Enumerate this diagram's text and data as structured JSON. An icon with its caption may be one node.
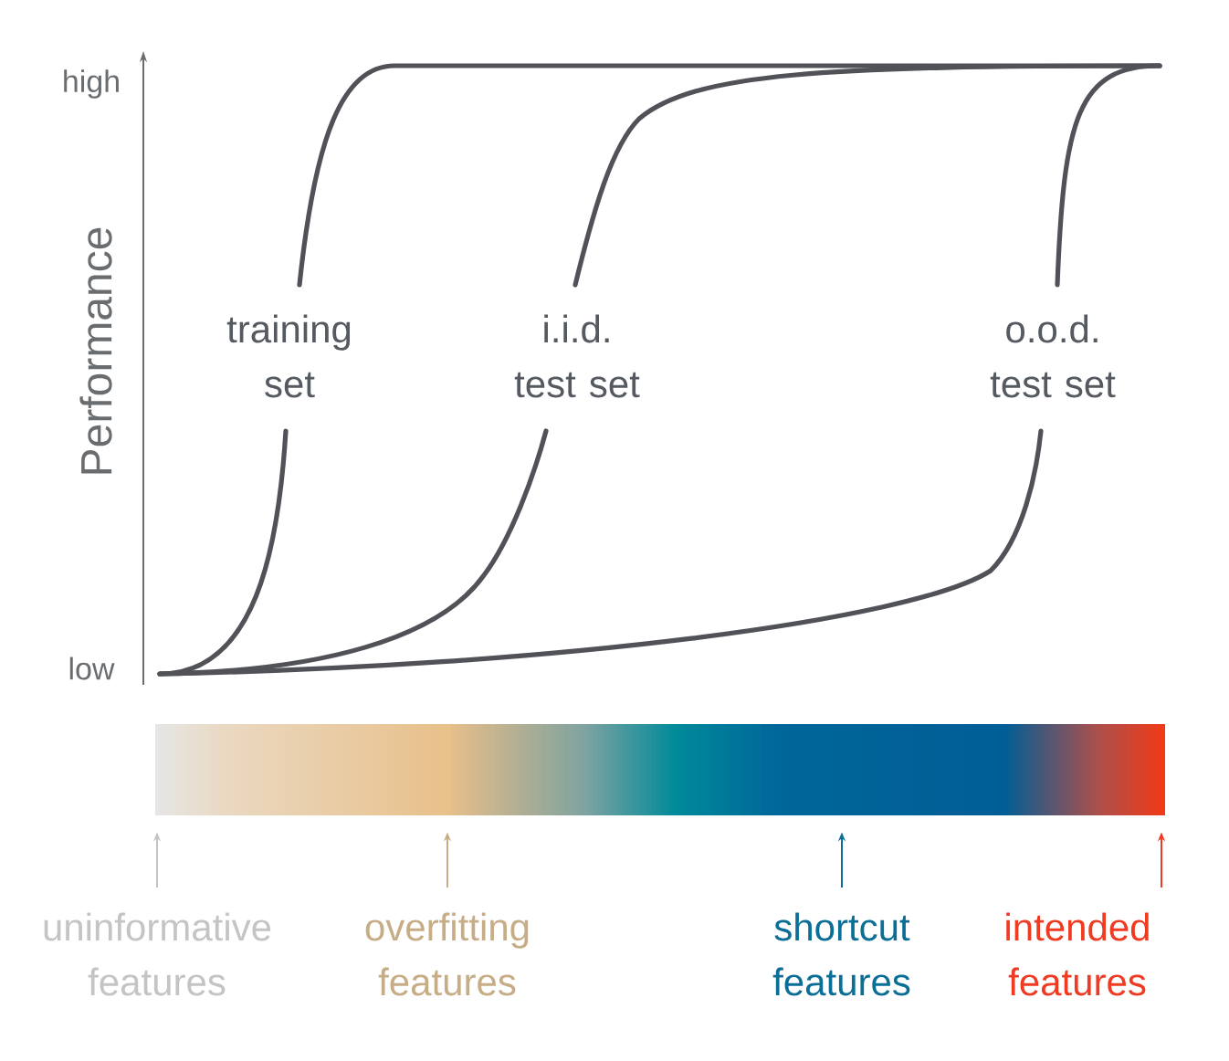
{
  "diagram": {
    "nodes": [
      {
        "text": [],
        "shape": "bar"
      },
      {
        "text": [
          "uninformative features"
        ]
      },
      {
        "text": [
          "overfitting features"
        ]
      },
      {
        "text": [
          "shortcut features"
        ]
      },
      {
        "text": [
          "intended features"
        ]
      }
    ],
    "edges": [
      {
        "from": 1,
        "to": 0,
        "arrow": "to",
        "color": "#c4c4c4"
      },
      {
        "from": 2,
        "to": 0,
        "arrow": "to",
        "color": "#c6ad86"
      },
      {
        "from": 3,
        "to": 0,
        "arrow": "to",
        "color": "#0a6e96"
      },
      {
        "from": 4,
        "to": 0,
        "arrow": "to",
        "color": "#ef3b22"
      }
    ],
    "labels": [
      "high",
      "low",
      "Performance",
      "training set",
      "i.i.d. test set",
      "o.o.d. test set"
    ]
  }
}
